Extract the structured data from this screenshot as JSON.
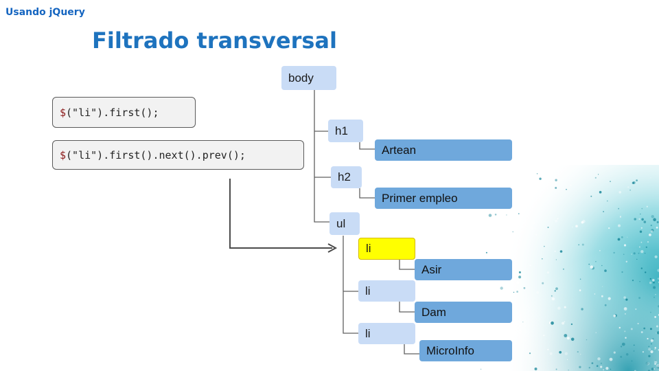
{
  "slide": {
    "brand": "Usando jQuery",
    "title": "Filtrado transversal"
  },
  "code": {
    "first": {
      "dollar": "$",
      "rest": "(\"li\").first();"
    },
    "second": {
      "dollar": "$",
      "rest": "(\"li\").first().next().prev();"
    }
  },
  "tree": {
    "body": "body",
    "h1": "h1",
    "h1_text": "Artean",
    "h2": "h2",
    "h2_text": "Primer empleo",
    "ul": "ul",
    "li1": "li",
    "li1_text": "Asir",
    "li2": "li",
    "li2_text": "Dam",
    "li3": "li",
    "li3_text": "MicroInfo"
  },
  "colors": {
    "node_light": "#c9dcf6",
    "node_dark": "#6fa8dc",
    "highlight": "#ffff00",
    "title": "#1e73be"
  }
}
